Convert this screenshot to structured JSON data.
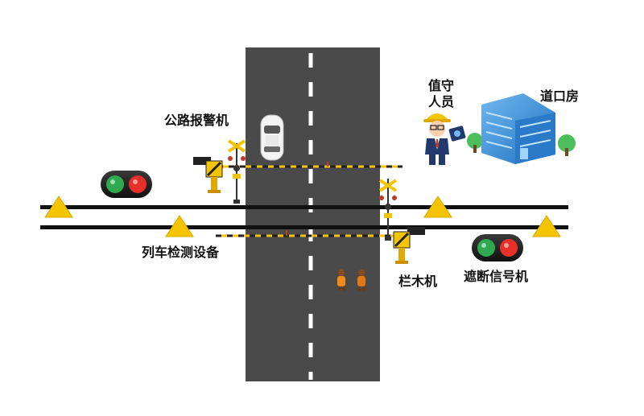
{
  "labels": {
    "road_alarm": "公路报警机",
    "train_detection": "列车检测设备",
    "barrier_machine": "栏木机",
    "block_signal": "遮断信号机",
    "crossing_house": "道口房",
    "guard_line1": "值守",
    "guard_line2": "人员"
  },
  "colors": {
    "road": "#4a4a4a",
    "rail": "#111111",
    "warning_yellow": "#f5c400",
    "signal_green": "#2fa84f",
    "signal_red": "#e8302a",
    "building_blue": "#3a8fd8"
  },
  "icons": [
    "train-detection-triangle-icon",
    "block-signal-icon",
    "barrier-machine-icon",
    "road-alarm-icon",
    "car-icon",
    "pedestrian-icon",
    "guard-person-icon",
    "crossing-house-building-icon"
  ]
}
